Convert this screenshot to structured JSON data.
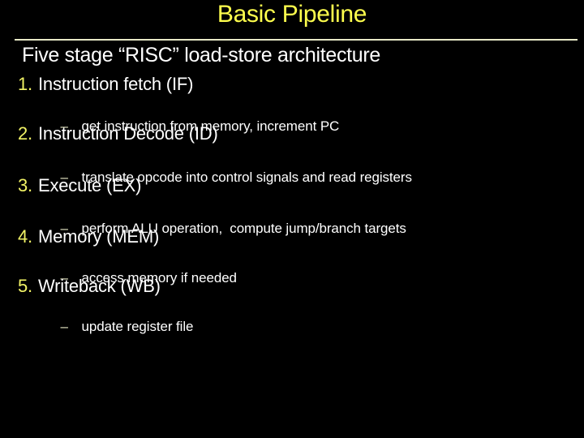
{
  "slide": {
    "title": "Basic Pipeline",
    "subtitle": "Five stage “RISC” load-store architecture",
    "dash": "–",
    "stages": [
      {
        "number": "1.",
        "name": "Instruction fetch (IF)",
        "detail": "get instruction from memory, increment PC"
      },
      {
        "number": "2.",
        "name": "Instruction Decode (ID)",
        "detail": "translate opcode into control signals and read registers"
      },
      {
        "number": "3.",
        "name": "Execute (EX)",
        "detail": "perform ALU operation,  compute jump/branch targets"
      },
      {
        "number": "4.",
        "name": "Memory (MEM)",
        "detail": "access memory if needed"
      },
      {
        "number": "5.",
        "name": "Writeback (WB)",
        "detail": "update register file"
      }
    ],
    "colors": {
      "background": "#000000",
      "title": "#ffff4d",
      "number": "#f2f366",
      "dash": "#e4e6c3",
      "body": "#ffffff",
      "rule": "#e7e9c6"
    }
  }
}
